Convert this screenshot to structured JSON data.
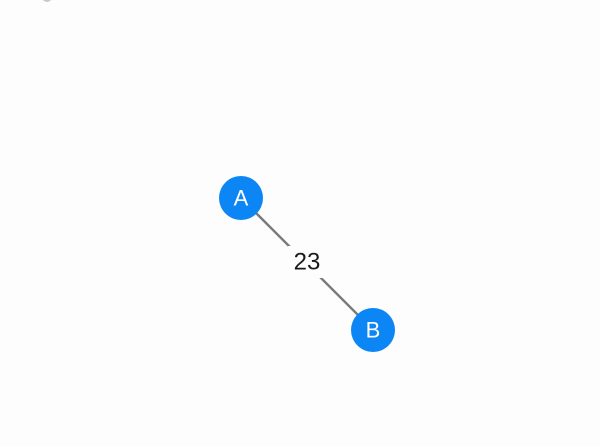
{
  "graph": {
    "node_color": "#0d86f5",
    "node_label_color": "#ffffff",
    "edge_color": "#7a7a7a",
    "nodes": [
      {
        "id": "A",
        "label": "A"
      },
      {
        "id": "B",
        "label": "B"
      }
    ],
    "edges": [
      {
        "from": "A",
        "to": "B",
        "label": "23"
      }
    ]
  }
}
